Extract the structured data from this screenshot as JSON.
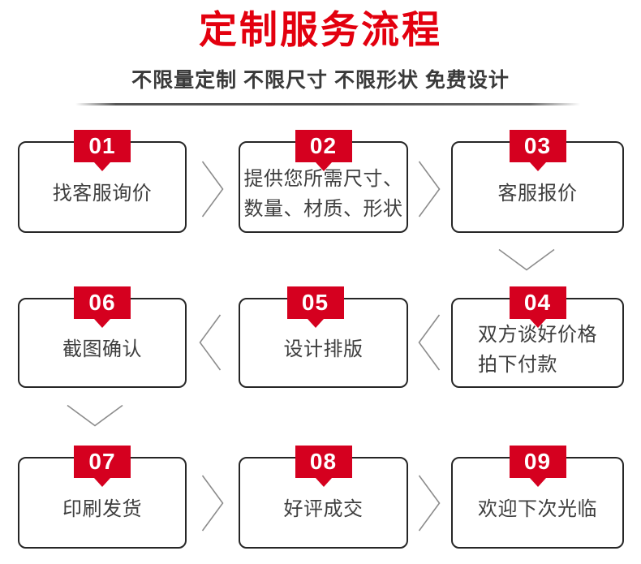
{
  "header": {
    "title": "定制服务流程",
    "subtitle": "不限量定制 不限尺寸 不限形状 免费设计"
  },
  "colors": {
    "title_red": "#e3000e",
    "badge_red": "#d5001f",
    "box_border": "#262626",
    "box_text": "#3e3e3e",
    "arrow_gray": "#8c8c8c",
    "divider_gray": "#555555"
  },
  "steps": [
    {
      "num": "01",
      "lines": [
        "找客服询价"
      ]
    },
    {
      "num": "02",
      "lines": [
        "提供您所需尺寸、",
        "数量、材质、形状"
      ]
    },
    {
      "num": "03",
      "lines": [
        "客服报价"
      ]
    },
    {
      "num": "04",
      "lines": [
        "双方谈好价格",
        "拍下付款"
      ]
    },
    {
      "num": "05",
      "lines": [
        "设计排版"
      ]
    },
    {
      "num": "06",
      "lines": [
        "截图确认"
      ]
    },
    {
      "num": "07",
      "lines": [
        "印刷发货"
      ]
    },
    {
      "num": "08",
      "lines": [
        "好评成交"
      ]
    },
    {
      "num": "09",
      "lines": [
        "欢迎下次光临"
      ]
    }
  ]
}
